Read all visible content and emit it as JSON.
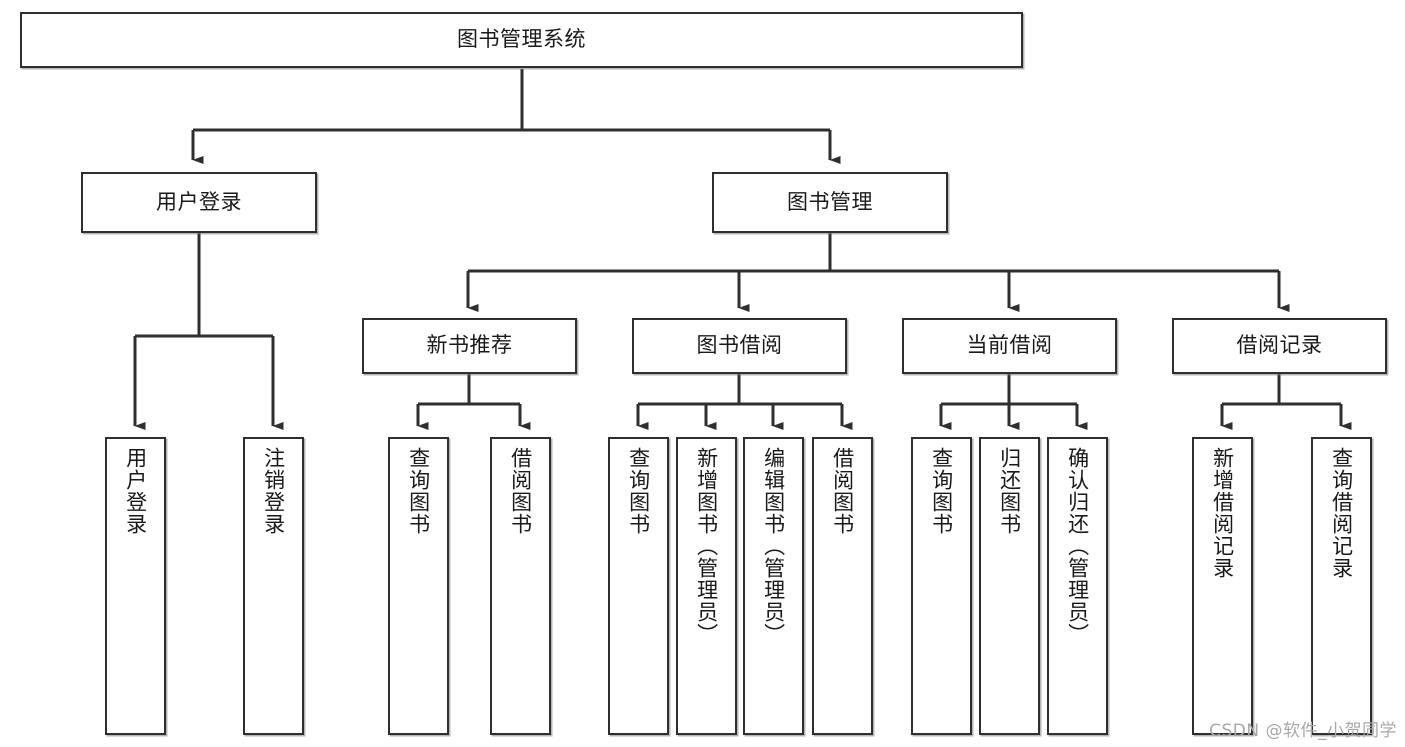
{
  "diagram": {
    "type": "tree-hierarchy-chart",
    "title": "图书管理系统",
    "watermark": "CSDN @软件_小贺同学",
    "colors": {
      "box_border": "#2f2f2f",
      "box_fill": "#ffffff",
      "connector": "#2f2f2f",
      "text": "#1a1a1a",
      "watermark": "#a8a8a8"
    },
    "levels": {
      "root": {
        "label": "图书管理系统"
      },
      "level2": [
        {
          "label": "用户登录"
        },
        {
          "label": "图书管理"
        }
      ],
      "level3": [
        {
          "label": "新书推荐"
        },
        {
          "label": "图书借阅"
        },
        {
          "label": "当前借阅"
        },
        {
          "label": "借阅记录"
        }
      ],
      "leaves": {
        "user_login": [
          {
            "label": "用户登录"
          },
          {
            "label": "注销登录"
          }
        ],
        "new_book_recommend": [
          {
            "label": "查询图书"
          },
          {
            "label": "借阅图书"
          }
        ],
        "book_borrow": [
          {
            "label": "查询图书"
          },
          {
            "label": "新增图书（管理员）"
          },
          {
            "label": "编辑图书（管理员）"
          },
          {
            "label": "借阅图书"
          }
        ],
        "current_borrow": [
          {
            "label": "查询图书"
          },
          {
            "label": "归还图书"
          },
          {
            "label": "确认归还（管理员）"
          }
        ],
        "borrow_record": [
          {
            "label": "新增借阅记录"
          },
          {
            "label": "查询借阅记录"
          }
        ]
      }
    }
  }
}
